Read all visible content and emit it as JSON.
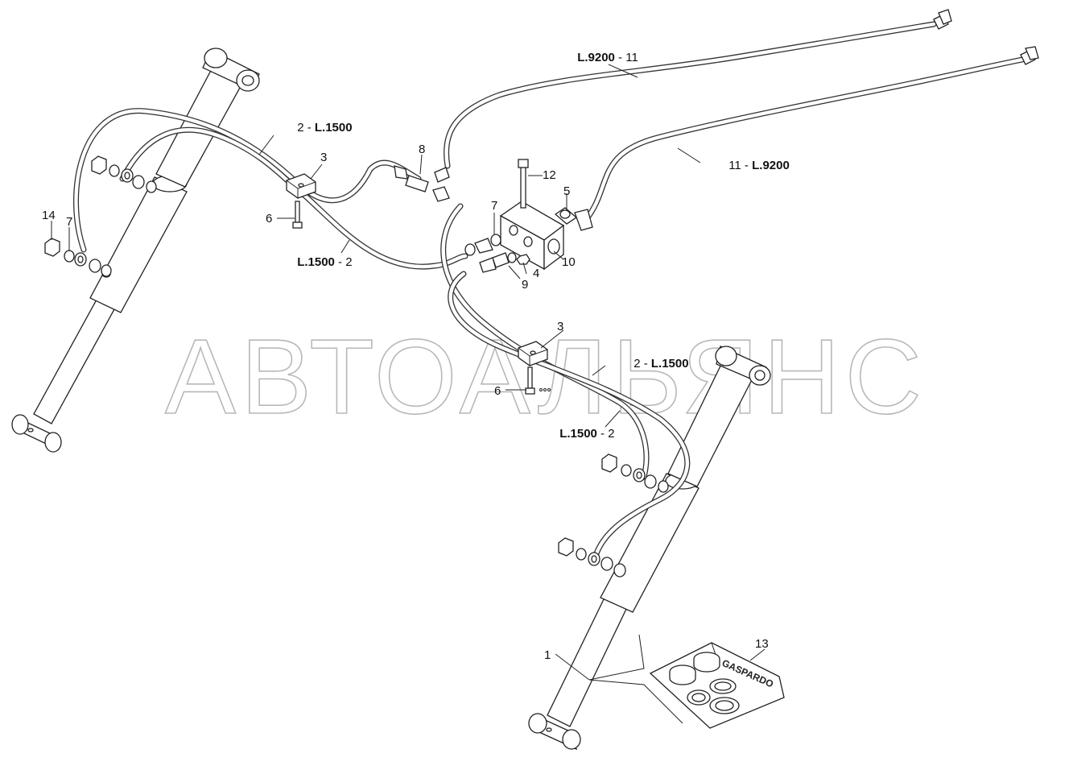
{
  "watermark": "АВТОАЛЬЯНС",
  "brand_label": "GASPARDO",
  "callouts": {
    "c1": "1",
    "c3a": "3",
    "c3b": "3",
    "c4": "4",
    "c5": "5",
    "c6a": "6",
    "c6b": "6",
    "c7a": "7",
    "c7b": "7",
    "c8": "8",
    "c9": "9",
    "c10": "10",
    "c12": "12",
    "c13": "13",
    "c14": "14"
  },
  "hose_labels": {
    "top_right_upper": {
      "length": "L.9200",
      "sep": " - ",
      "num": "11"
    },
    "top_right_lower": {
      "num": "11",
      "sep": " - ",
      "length": "L.9200"
    },
    "left_upper": {
      "num": "2",
      "sep": " - ",
      "length": "L.1500"
    },
    "left_lower": {
      "length": "L.1500",
      "sep": " - ",
      "num": "2"
    },
    "right_upper": {
      "num": "2",
      "sep": " - ",
      "length": "L.1500"
    },
    "right_lower": {
      "length": "L.1500",
      "sep": " - ",
      "num": "2"
    }
  }
}
